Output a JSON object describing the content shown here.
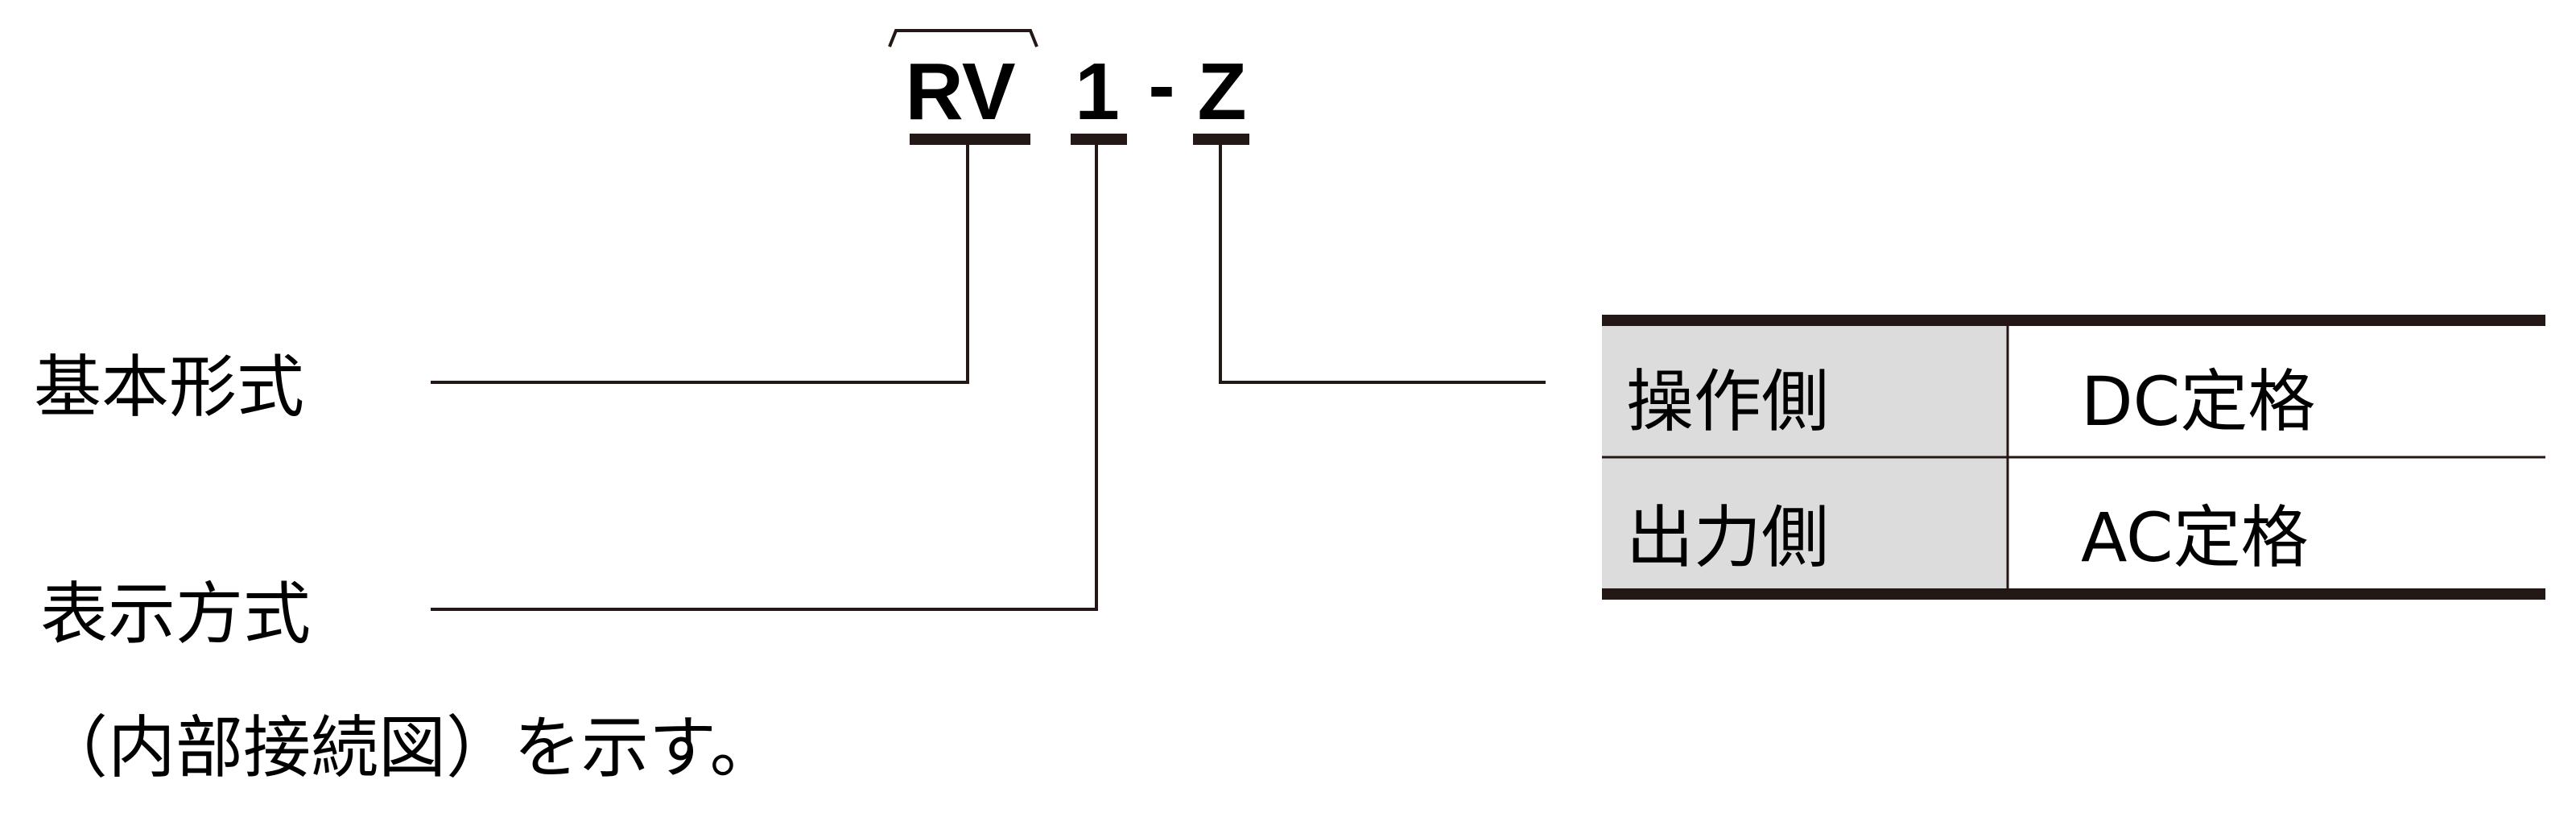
{
  "model_code": {
    "part1": "RV",
    "part2": "1",
    "separator": "-",
    "part3": "Z"
  },
  "labels": {
    "basic_type": "基本形式",
    "display_method": "表示方式",
    "display_note": "（内部接続図）を示す。"
  },
  "spec_table": {
    "rows": [
      {
        "side": "操作側",
        "rating": "DC定格"
      },
      {
        "side": "出力側",
        "rating": "AC定格"
      }
    ]
  },
  "colors": {
    "line": "#231815",
    "table_header_bg": "#dcdcdc",
    "background": "#ffffff"
  }
}
